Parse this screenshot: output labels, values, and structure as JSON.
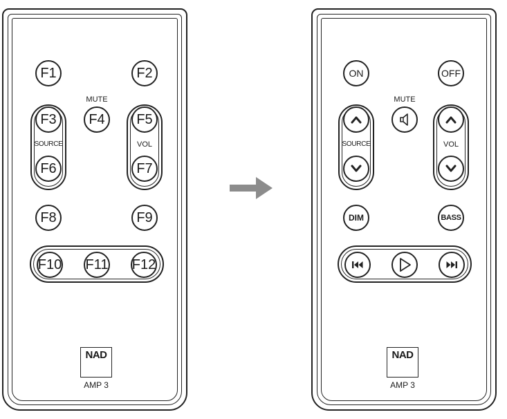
{
  "left_remote": {
    "buttons": [
      "F1",
      "F2",
      "F3",
      "F4",
      "F5",
      "F6",
      "F7",
      "F8",
      "F9",
      "F10",
      "F11",
      "F12"
    ],
    "mute_label": "MUTE",
    "source_label": "SOURCE",
    "vol_label": "VOL",
    "brand": "NAD",
    "model": "AMP 3"
  },
  "right_remote": {
    "on_label": "ON",
    "off_label": "OFF",
    "mute_label": "MUTE",
    "source_label": "SOURCE",
    "vol_label": "VOL",
    "dim_label": "DIM",
    "bass_label": "BASS",
    "brand": "NAD",
    "model": "AMP 3",
    "icons": [
      "source-up-icon",
      "source-down-icon",
      "speaker-mute-icon",
      "volume-up-icon",
      "volume-down-icon",
      "skip-back-icon",
      "play-icon",
      "skip-forward-icon"
    ]
  },
  "arrow": {
    "icon": "right-arrow-icon",
    "color": "#8c8c8c"
  },
  "colors": {
    "outline": "#222222",
    "background": "#ffffff"
  }
}
